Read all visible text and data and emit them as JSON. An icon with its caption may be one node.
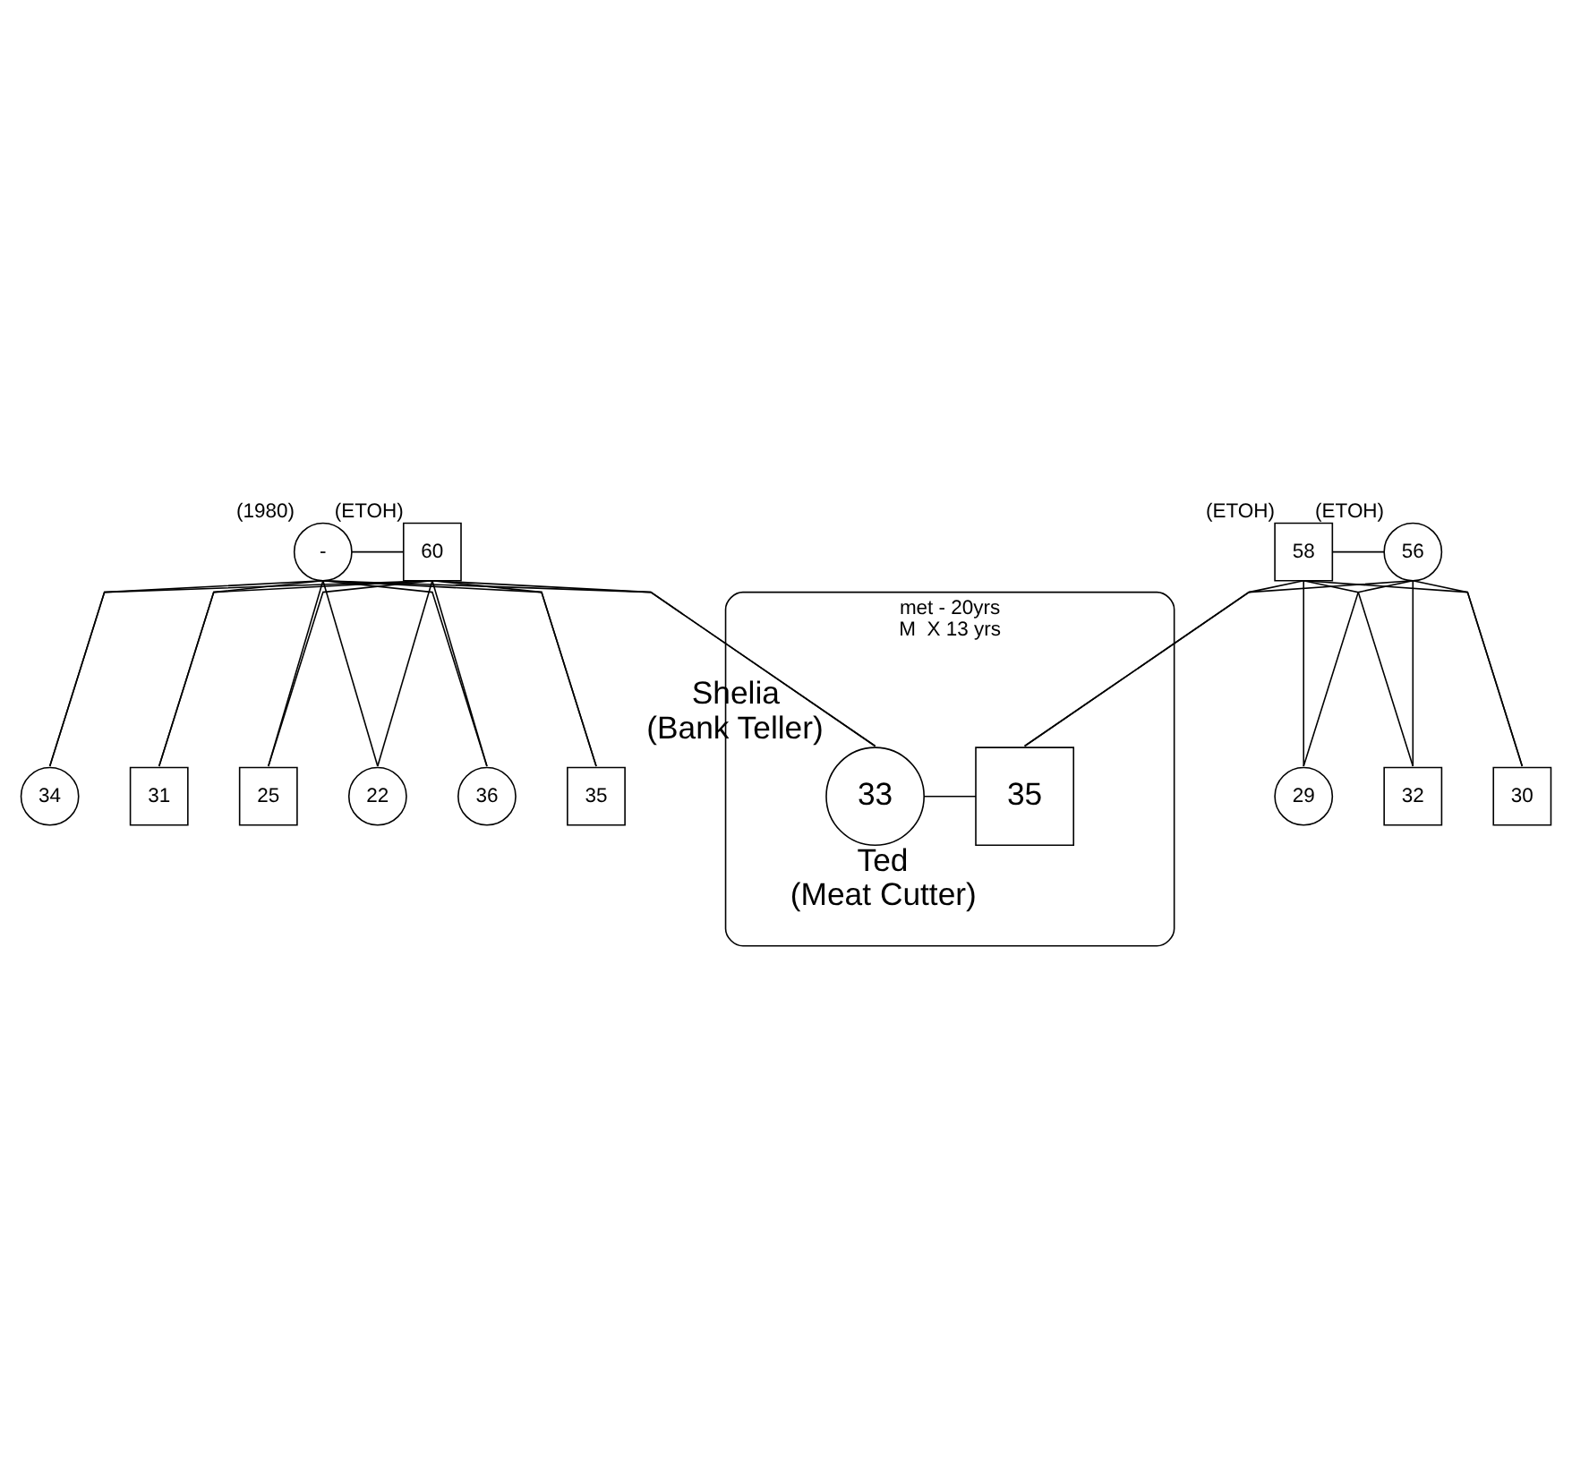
{
  "diagram": {
    "nodes": [
      {
        "text": [
          "-"
        ],
        "beside": [
          "(1980)"
        ]
      },
      {
        "text": [
          "60"
        ],
        "beside": [
          "(ETOH)"
        ]
      },
      {
        "text": [
          "58"
        ],
        "beside": [
          "(ETOH)"
        ]
      },
      {
        "text": [
          "56"
        ],
        "beside": [
          "(ETOH)"
        ]
      },
      {
        "text": [
          "36"
        ]
      },
      {
        "text": [
          "35"
        ]
      },
      {
        "text": [
          "34"
        ]
      },
      {
        "text": [
          "31"
        ]
      },
      {
        "text": [
          "25"
        ]
      },
      {
        "text": [
          "22"
        ]
      },
      {
        "text": [
          "32"
        ]
      },
      {
        "text": [
          "30"
        ]
      },
      {
        "text": [
          "29"
        ]
      },
      {
        "text": [
          "met - 20yrs",
          "M  X 13 yrs"
        ]
      },
      {
        "text": [
          "33"
        ],
        "in": 13,
        "beside": [
          "Shelia",
          "(Bank Teller)"
        ]
      },
      {
        "text": [
          "35"
        ],
        "in": 13,
        "beside": [
          "Ted",
          "(Meat Cutter)"
        ]
      }
    ],
    "edges": [
      {
        "from": 0,
        "to": 1,
        "arrow": "none"
      },
      {
        "from": 2,
        "to": 3,
        "arrow": "none"
      },
      {
        "from": 0,
        "to": 4,
        "arrow": "none"
      },
      {
        "from": 1,
        "to": 4,
        "arrow": "none"
      },
      {
        "from": 0,
        "to": 5,
        "arrow": "none"
      },
      {
        "from": 1,
        "to": 5,
        "arrow": "none"
      },
      {
        "from": 0,
        "to": 6,
        "arrow": "none"
      },
      {
        "from": 1,
        "to": 6,
        "arrow": "none"
      },
      {
        "from": 0,
        "to": 7,
        "arrow": "none"
      },
      {
        "from": 1,
        "to": 7,
        "arrow": "none"
      },
      {
        "from": 0,
        "to": 8,
        "arrow": "none"
      },
      {
        "from": 1,
        "to": 8,
        "arrow": "none"
      },
      {
        "from": 0,
        "to": 9,
        "arrow": "none"
      },
      {
        "from": 1,
        "to": 9,
        "arrow": "none"
      },
      {
        "from": 0,
        "to": 14,
        "arrow": "none"
      },
      {
        "from": 1,
        "to": 14,
        "arrow": "none"
      },
      {
        "from": 2,
        "to": 10,
        "arrow": "none"
      },
      {
        "from": 3,
        "to": 10,
        "arrow": "none"
      },
      {
        "from": 2,
        "to": 11,
        "arrow": "none"
      },
      {
        "from": 3,
        "to": 11,
        "arrow": "none"
      },
      {
        "from": 2,
        "to": 12,
        "arrow": "none"
      },
      {
        "from": 3,
        "to": 12,
        "arrow": "none"
      },
      {
        "from": 2,
        "to": 15,
        "arrow": "none"
      },
      {
        "from": 3,
        "to": 15,
        "arrow": "none"
      },
      {
        "from": 14,
        "to": 15,
        "arrow": "none"
      }
    ]
  }
}
